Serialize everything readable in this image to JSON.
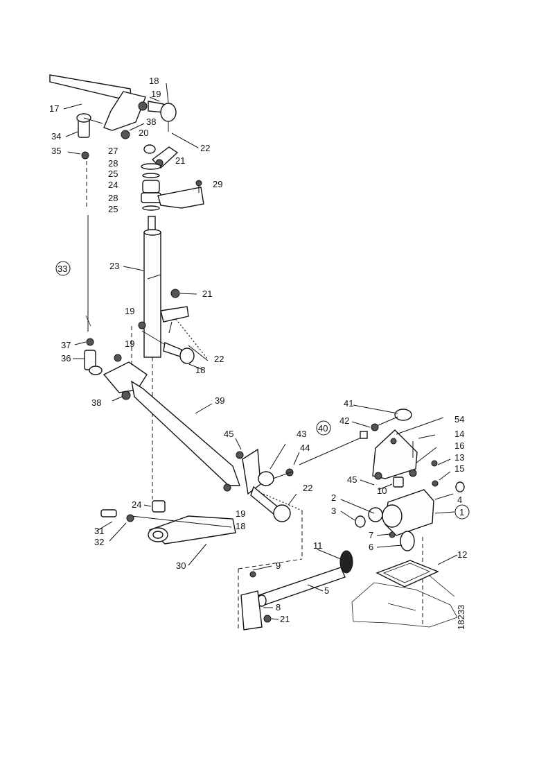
{
  "diagram": {
    "figure_number": "18233",
    "part_numbers": {
      "p1": "1",
      "p2": "2",
      "p3": "3",
      "p4": "4",
      "p5": "5",
      "p6": "6",
      "p7": "7",
      "p8": "8",
      "p9": "9",
      "p10": "10",
      "p11": "11",
      "p12": "12",
      "p13": "13",
      "p14": "14",
      "p15": "15",
      "p16": "16",
      "p17": "17",
      "p18": "18",
      "p19": "19",
      "p20": "20",
      "p21": "21",
      "p22": "22",
      "p23": "23",
      "p24": "24",
      "p25": "25",
      "p27": "27",
      "p28": "28",
      "p29": "29",
      "p30": "30",
      "p31": "31",
      "p32": "32",
      "p33": "33",
      "p34": "34",
      "p35": "35",
      "p36": "36",
      "p37": "37",
      "p38": "38",
      "p39": "39",
      "p40": "40",
      "p41": "41",
      "p42": "42",
      "p43": "43",
      "p44": "44",
      "p45": "45",
      "p54": "54"
    }
  }
}
